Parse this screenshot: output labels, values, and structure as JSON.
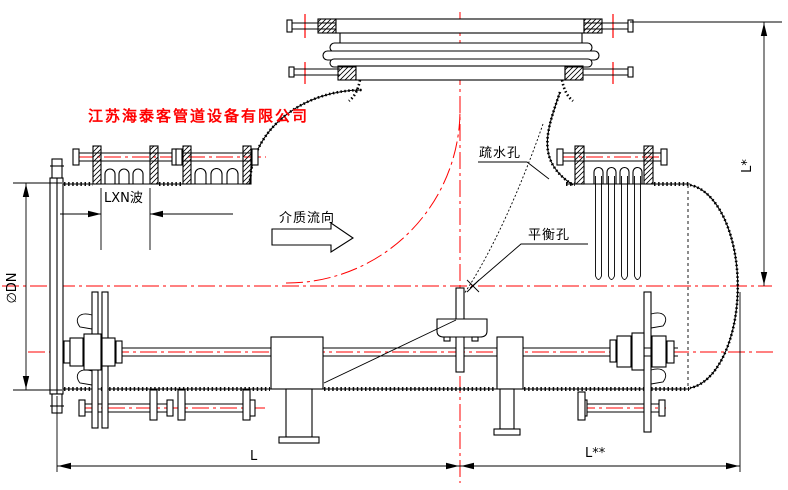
{
  "company": "江苏海泰客管道设备有限公司",
  "labels": {
    "flow": "介质流向",
    "drain_hole": "疏水孔",
    "balance_hole": "平衡孔"
  },
  "dimensions": {
    "diameter": "∅DN",
    "bellows_length": "LXN波",
    "left_span": "L",
    "right_span": "L**",
    "riser_height": "L*"
  },
  "colors": {
    "line": "#000000",
    "centerline": "#ff0000",
    "company_text": "#ff0000",
    "background": "#ffffff"
  }
}
